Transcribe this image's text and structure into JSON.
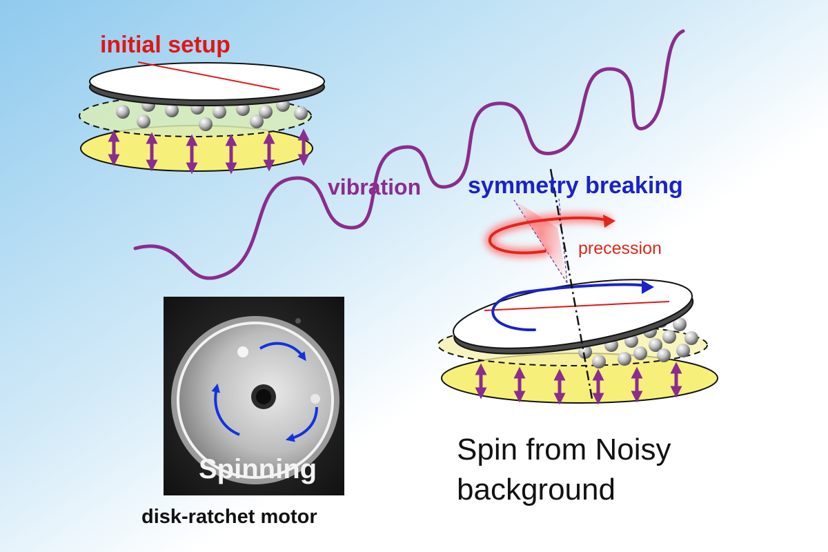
{
  "labels": {
    "initial_setup": "initial setup",
    "vibration": "vibration",
    "symmetry_breaking": "symmetry breaking",
    "precession": "precession",
    "spinning": "Spinning",
    "motor_caption": "disk-ratchet motor",
    "tagline_line1": "Spin from Noisy",
    "tagline_line2": "background"
  },
  "colors": {
    "title_red": "#e01616",
    "vibration_purple": "#8b2c8e",
    "symmetry_blue": "#1a22c8",
    "precession_red": "#e0261a",
    "caption_black": "#111111",
    "plate_yellow": "#f6f07a",
    "layer_green": "#d9ecb6",
    "bg_blue": "#9ccfee",
    "arrow_blue": "#1133dd"
  }
}
